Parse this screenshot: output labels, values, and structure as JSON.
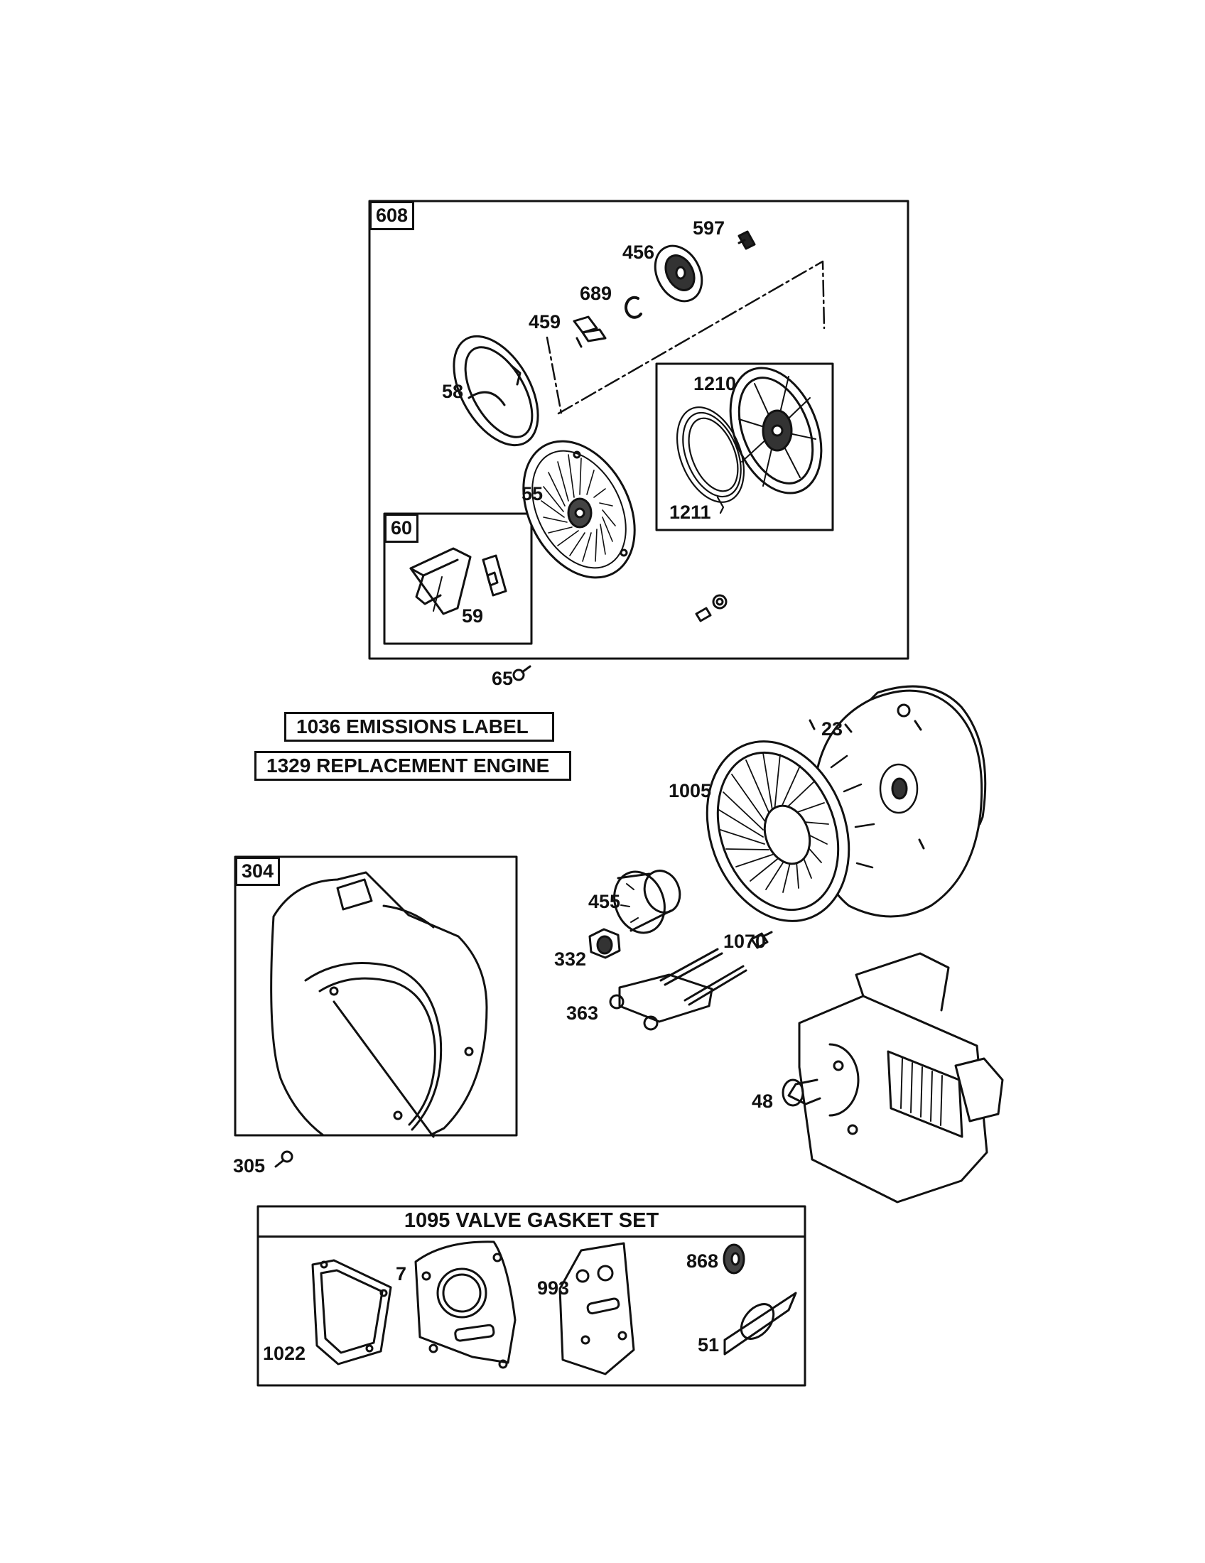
{
  "groups": {
    "starter_kit": "608",
    "handle_kit": "60",
    "housing_kit": "304"
  },
  "labels": {
    "emissions": "1036 EMISSIONS LABEL",
    "replacement_engine": "1329 REPLACEMENT ENGINE",
    "gasket_set": "1095 VALVE GASKET SET"
  },
  "parts": {
    "p597": "597",
    "p456": "456",
    "p689": "689",
    "p459": "459",
    "p1210": "1210",
    "p58": "58",
    "p55": "55",
    "p1211": "1211",
    "p59": "59",
    "p65": "65",
    "p23": "23",
    "p1005": "1005",
    "p455": "455",
    "p332": "332",
    "p1070": "1070",
    "p363": "363",
    "p48": "48",
    "p305": "305",
    "p1022": "1022",
    "p7": "7",
    "p993": "993",
    "p868": "868",
    "p51": "51"
  }
}
